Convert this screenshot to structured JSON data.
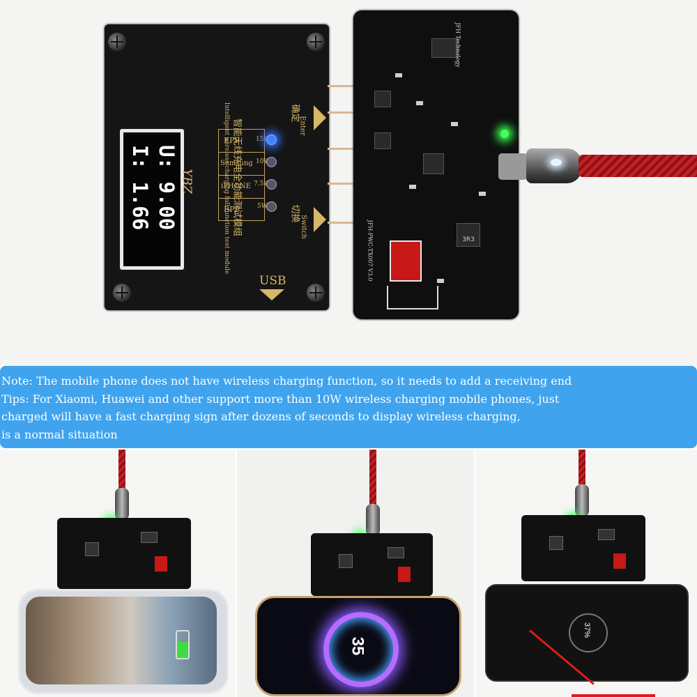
{
  "module": {
    "voltage_readout": "U: 9.00",
    "current_readout": "I: 1.66",
    "brand": "YBZ",
    "title_cn": "智能无线充电全功能测试模组",
    "title_en": "Intelligent wireless charging full function test module",
    "modes": [
      {
        "label": "EPP",
        "watt": "15W"
      },
      {
        "label": "Samsung",
        "watt": "10W"
      },
      {
        "label": "iPHONE",
        "watt": "7.5W"
      },
      {
        "label": "BPP",
        "watt": "5W"
      }
    ],
    "enter_cn": "确定",
    "enter_en": "Enter",
    "switch_cn": "切换",
    "switch_en": "Switch",
    "usb_label": "USB"
  },
  "pcb": {
    "maker": "JFH Technology",
    "model": "JFH-PWC-TX007 V3.0",
    "inductor": "3R3"
  },
  "note": {
    "lines": [
      "Note: The mobile phone does not have wireless charging function, so it needs to add a receiving end",
      "Tips: For Xiaomi, Huawei and other support more than 10W wireless charging mobile phones, just",
      "charged will have a fast charging sign after dozens of seconds to display wireless charging,",
      " is a normal situation"
    ]
  },
  "photos": {
    "center_phone_percent": "35",
    "right_phone_percent": "37%"
  },
  "colors": {
    "banner": "#3fa3ee",
    "banner_text": "#ffffff",
    "cable_red": "#c32026",
    "pcb_black": "#111111",
    "led_green": "#42ff5a",
    "led_blue": "#3b82ff",
    "gold_print": "#d8b76a"
  }
}
